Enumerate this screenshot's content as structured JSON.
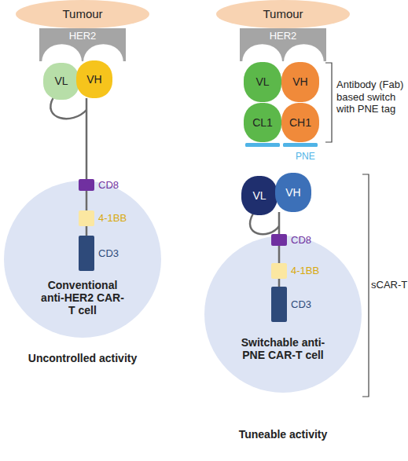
{
  "diagram": {
    "nodes": [
      {
        "text": [
          "Tumour"
        ]
      },
      {
        "text": [
          "HER2"
        ]
      },
      {
        "text": [
          "VL"
        ]
      },
      {
        "text": [
          "VH"
        ]
      },
      {
        "text": [
          "CD8"
        ]
      },
      {
        "text": [
          "Conventional anti-HER2 CAR-T cell"
        ]
      },
      {
        "text": [
          "4-1BB"
        ],
        "in": 5
      },
      {
        "text": [
          "CD3"
        ],
        "in": 5
      },
      {
        "text": [
          "Tumour"
        ]
      },
      {
        "text": [
          "HER2"
        ]
      },
      {
        "text": [
          "VL"
        ]
      },
      {
        "text": [
          "VH"
        ]
      },
      {
        "text": [
          "CL1"
        ]
      },
      {
        "text": [
          "CH1"
        ]
      },
      {
        "text": [
          "VL"
        ]
      },
      {
        "text": [
          "VH"
        ]
      },
      {
        "text": [
          "CD8"
        ]
      },
      {
        "text": [
          "Switchable anti-PNE CAR-T cell"
        ]
      },
      {
        "text": [
          "4-1BB"
        ],
        "in": 17
      },
      {
        "text": [
          "CD3"
        ],
        "in": 17
      }
    ],
    "edges": [
      {
        "from": 3,
        "to": 4,
        "arrow": "none"
      },
      {
        "from": 4,
        "to": 6,
        "arrow": "none"
      },
      {
        "from": 6,
        "to": 7,
        "arrow": "none"
      },
      {
        "from": 15,
        "to": 16,
        "arrow": "none"
      },
      {
        "from": 16,
        "to": 18,
        "arrow": "none"
      },
      {
        "from": 18,
        "to": 19,
        "arrow": "none"
      }
    ],
    "labels": [
      "Antibody (Fab) based switch with PNE tag",
      "PNE",
      "sCAR-T",
      "Uncontrolled activity",
      "Tuneable activity"
    ]
  }
}
